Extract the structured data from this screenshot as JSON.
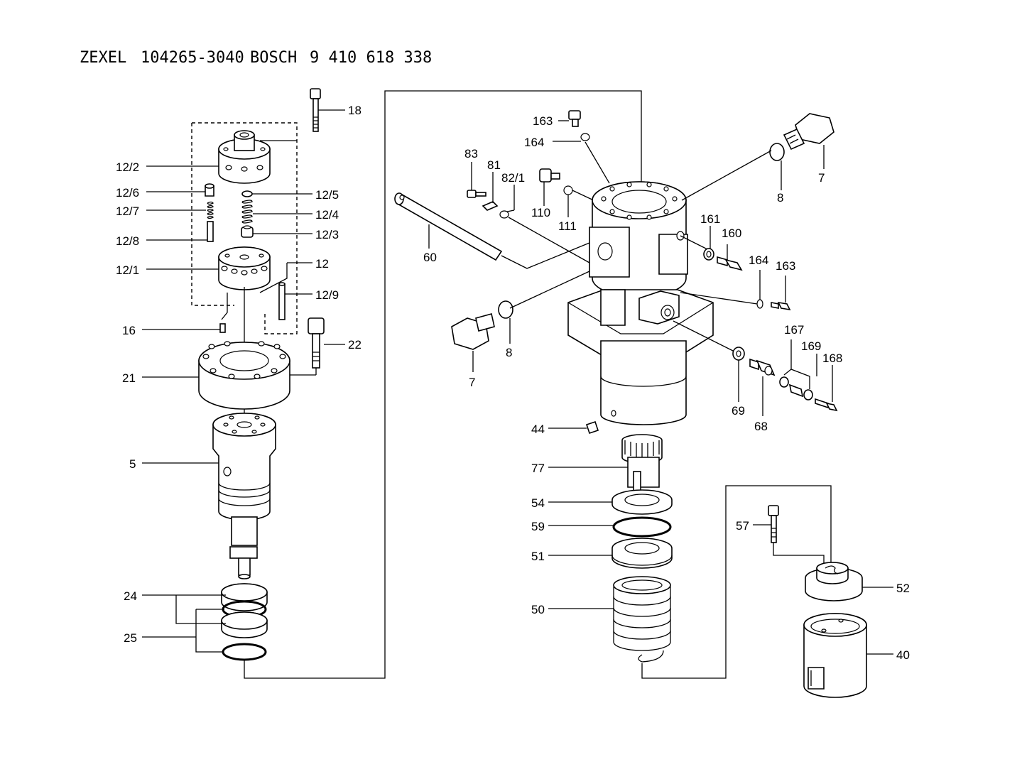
{
  "header": {
    "brand1": "ZEXEL",
    "part1": "104265-3040",
    "brand2": "BOSCH",
    "part2": "9 410 618 338"
  },
  "callouts": {
    "c18": "18",
    "c12_2": "12/2",
    "c12_6": "12/6",
    "c12_5": "12/5",
    "c12_7": "12/7",
    "c12_4": "12/4",
    "c12_8": "12/8",
    "c12_3": "12/3",
    "c12_1": "12/1",
    "c12": "12",
    "c12_9": "12/9",
    "c16": "16",
    "c22": "22",
    "c21": "21",
    "c5": "5",
    "c24": "24",
    "c25": "25",
    "c163a": "163",
    "c164a": "164",
    "c83": "83",
    "c81": "81",
    "c82_1": "82/1",
    "c110": "110",
    "c111": "111",
    "c7a": "7",
    "c8a": "8",
    "c60": "60",
    "c161": "161",
    "c160": "160",
    "c164b": "164",
    "c163b": "163",
    "c8b": "8",
    "c7b": "7",
    "c167": "167",
    "c169": "169",
    "c168": "168",
    "c69": "69",
    "c68": "68",
    "c44": "44",
    "c77": "77",
    "c54": "54",
    "c59": "59",
    "c51": "51",
    "c50": "50",
    "c57": "57",
    "c52": "52",
    "c40": "40"
  },
  "colors": {
    "ink": "#000000",
    "paper": "#ffffff"
  }
}
